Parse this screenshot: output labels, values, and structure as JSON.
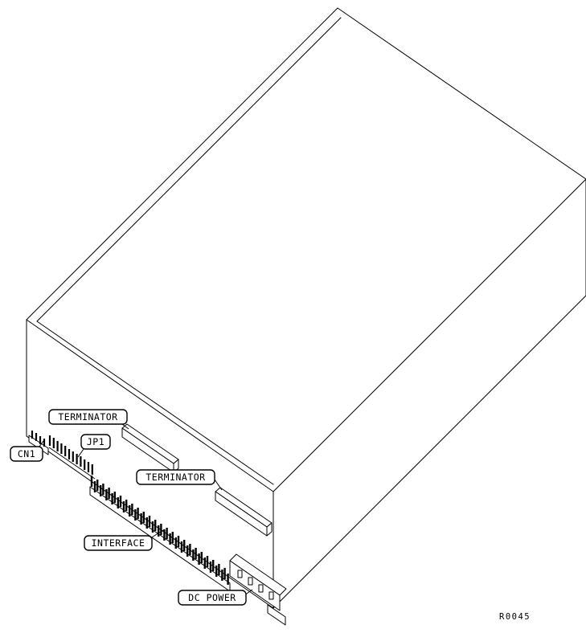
{
  "figure": {
    "labels": {
      "terminator_top": "TERMINATOR",
      "jp1": "JP1",
      "cn1": "CN1",
      "terminator_mid": "TERMINATOR",
      "interface": "INTERFACE",
      "dc_power": "DC POWER"
    },
    "ref": "R0045",
    "colors": {
      "line": "#000000",
      "background": "#ffffff"
    }
  }
}
